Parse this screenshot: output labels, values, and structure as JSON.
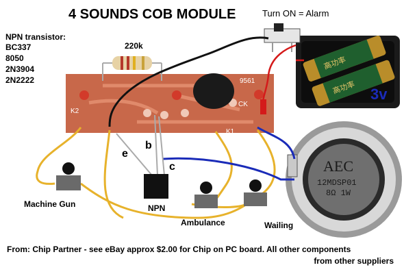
{
  "title": "4 SOUNDS COB MODULE",
  "npn_transistor": {
    "heading": "NPN transistor:",
    "parts": [
      "BC337",
      "8050",
      "2N3904",
      "2N2222"
    ]
  },
  "switch_label": "Turn ON = Alarm",
  "battery_voltage": "3v",
  "resistor_value": "220k",
  "pcb": {
    "chip_number": "9561",
    "pad_labels": [
      "K2",
      "K1",
      "CK"
    ]
  },
  "transistor_pins": {
    "emitter": "e",
    "base": "b",
    "collector": "c"
  },
  "speaker": {
    "brand": "AEC",
    "model": "12MDSP01",
    "rating": "8Ω 1W"
  },
  "battery_print": "高功率",
  "labels": {
    "machine_gun": "Machine Gun",
    "npn": "NPN",
    "ambulance": "Ambulance",
    "wailing": "Wailing"
  },
  "footer": {
    "line1": "From: Chip Partner  - see eBay  approx $2.00   for Chip on PC board.  All other components",
    "line2": "from other suppliers"
  },
  "colors": {
    "pcb": "#c8684a",
    "pcb_trace": "#e08a6b",
    "wire_yellow": "#e7b22b",
    "wire_blue": "#1a2bb8",
    "wire_black": "#111111",
    "wire_red": "#d41a1a",
    "battery_gold": "#b98d2a",
    "voltage_text": "#1a2bb8"
  }
}
